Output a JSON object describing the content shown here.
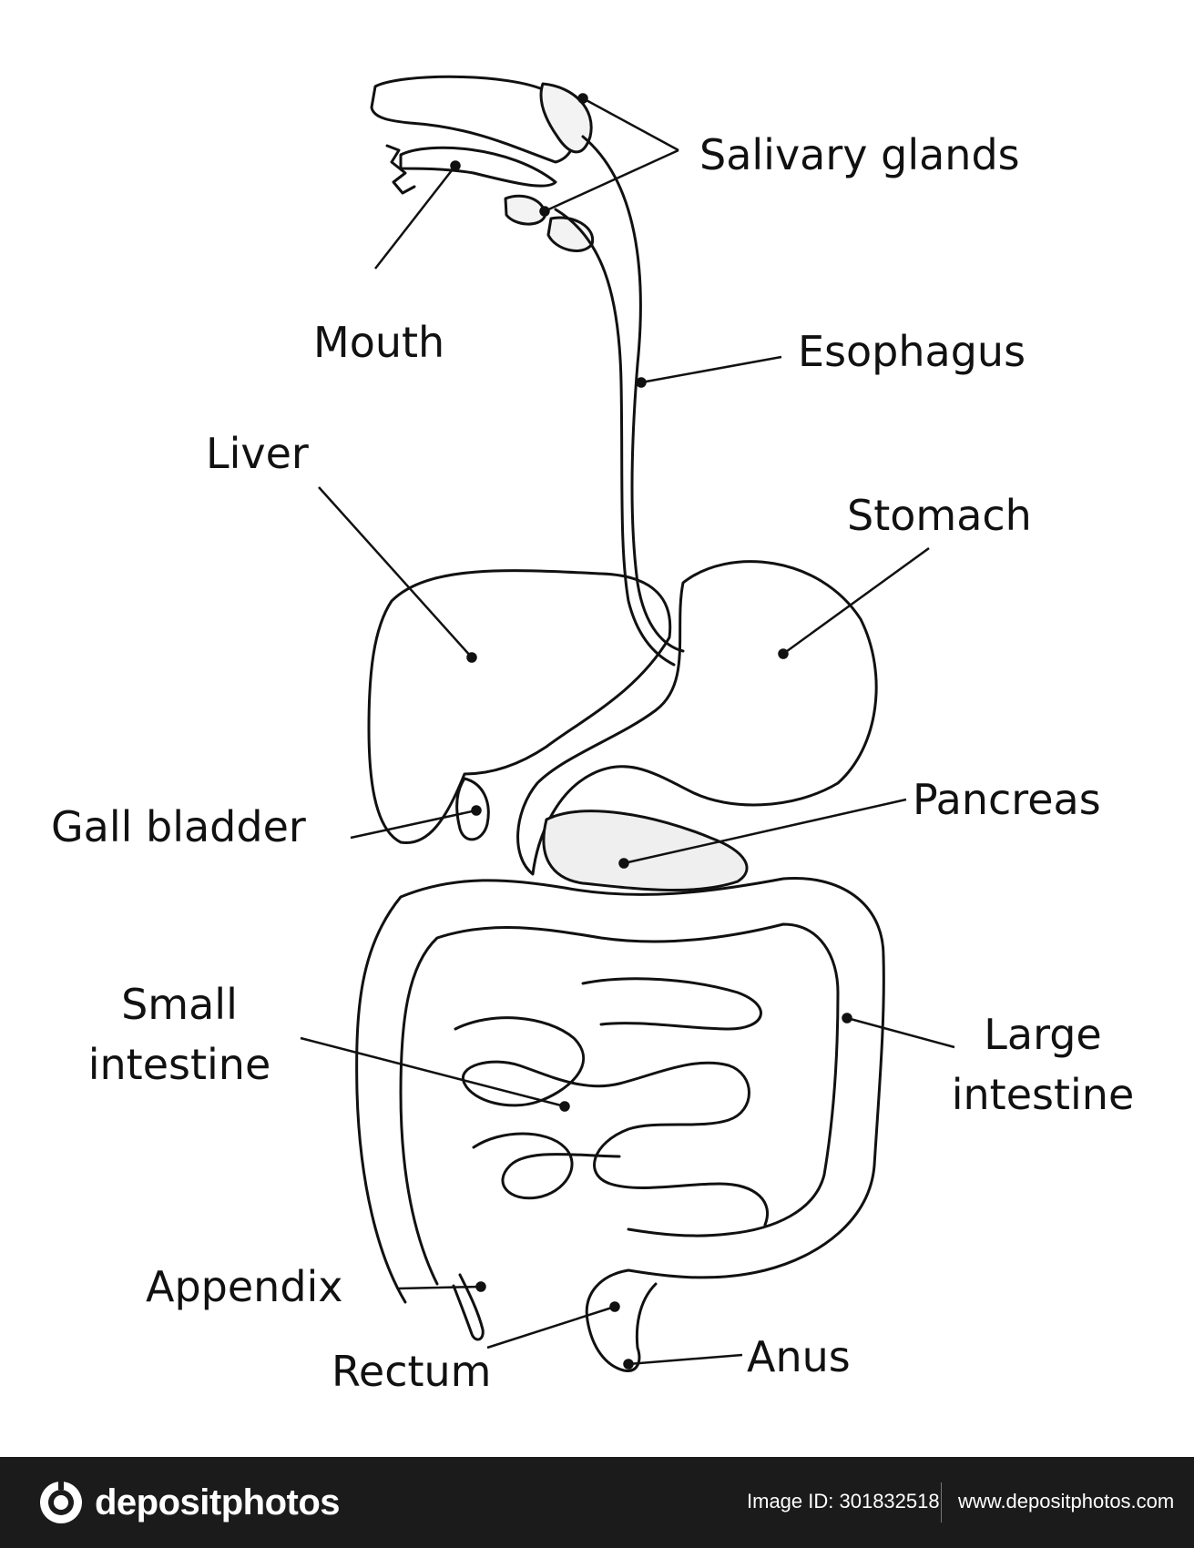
{
  "labels": {
    "salivary_glands": "Salivary glands",
    "mouth": "Mouth",
    "esophagus": "Esophagus",
    "liver": "Liver",
    "stomach": "Stomach",
    "pancreas": "Pancreas",
    "gall_bladder": "Gall bladder",
    "small_intestine_1": "Small",
    "small_intestine_2": "intestine",
    "large_intestine_1": "Large",
    "large_intestine_2": "intestine",
    "appendix": "Appendix",
    "rectum": "Rectum",
    "anus": "Anus"
  },
  "footer": {
    "brand": "depositphotos",
    "image_id": "Image ID: 301832518",
    "site": "www.depositphotos.com"
  },
  "colors": {
    "ink": "#111111",
    "footer_bg": "#1b1b1b",
    "footer_text": "#ffffff"
  }
}
